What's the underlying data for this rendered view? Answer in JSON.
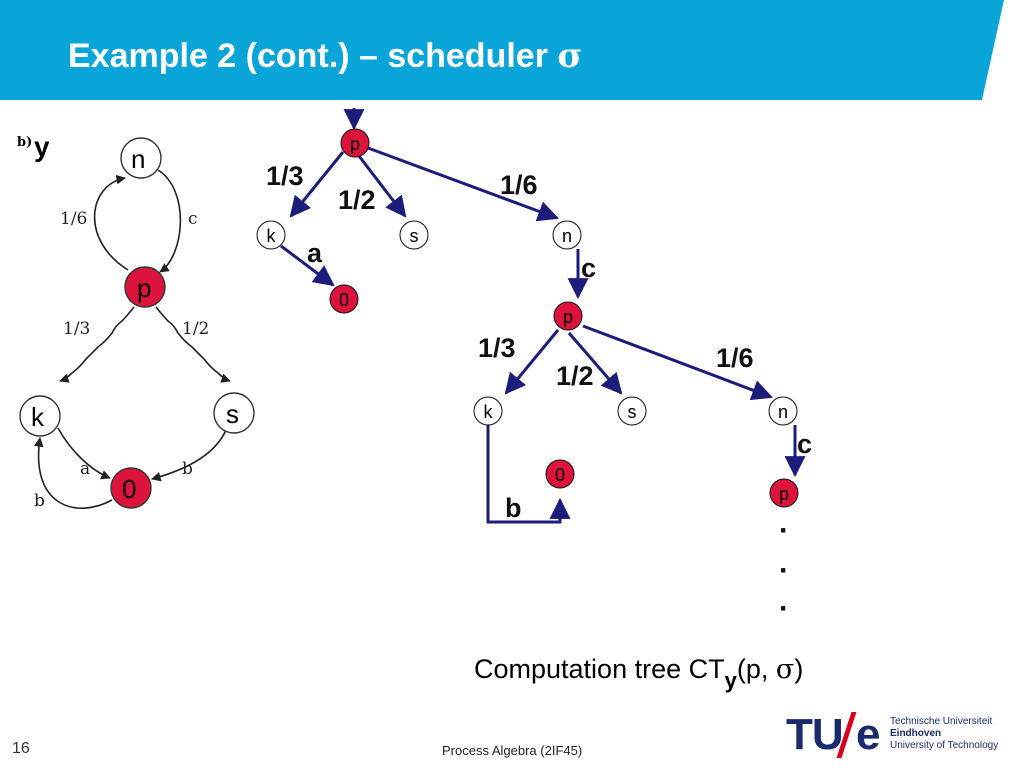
{
  "header": {
    "title": "Example 2 (cont.) – scheduler σ",
    "title_text": "Example 2 (cont.) – scheduler ",
    "title_sigma": "σ",
    "band_color": "#0aa5d8"
  },
  "left_graph": {
    "panel_label": "b)",
    "system_name": "y",
    "nodes": {
      "n": "n",
      "p": "p",
      "k": "k",
      "s": "s",
      "zero": "0"
    },
    "edge_labels": {
      "p_to_n": "1/6",
      "n_to_p": "c",
      "p_to_k": "1/3",
      "p_to_s": "1/2",
      "k_to_zero": "a",
      "s_to_zero": "b",
      "zero_to_k": "b"
    }
  },
  "tree": {
    "root": "p",
    "level1": {
      "k": "k",
      "s": "s",
      "n": "n",
      "prob_k": "1/3",
      "prob_s": "1/2",
      "prob_n": "1/6"
    },
    "k_action": "a",
    "k_child": "0",
    "n_action": "c",
    "level2": {
      "p": "p"
    },
    "level3": {
      "k": "k",
      "s": "s",
      "n": "n",
      "prob_k": "1/3",
      "prob_s": "1/2",
      "prob_n": "1/6"
    },
    "k2_action": "b",
    "k2_child": "0",
    "n2_action": "c",
    "level4": {
      "p": "p"
    },
    "continuation": [
      "·",
      "·",
      "·"
    ]
  },
  "caption": {
    "text": "Computation tree CT",
    "subscript": "y",
    "args_open": "(p, ",
    "sigma": "σ",
    "args_close": ")"
  },
  "footer": {
    "page_number": "16",
    "course": "Process Algebra (2IF45)",
    "logo": {
      "tue": "TU",
      "e": "e",
      "line1": "Technische Universiteit",
      "line2": "Eindhoven",
      "line3": "University of Technology"
    }
  },
  "colors": {
    "node_red": "#dc143c",
    "tree_edge": "#1c1c7a",
    "header": "#0aa5d8"
  }
}
